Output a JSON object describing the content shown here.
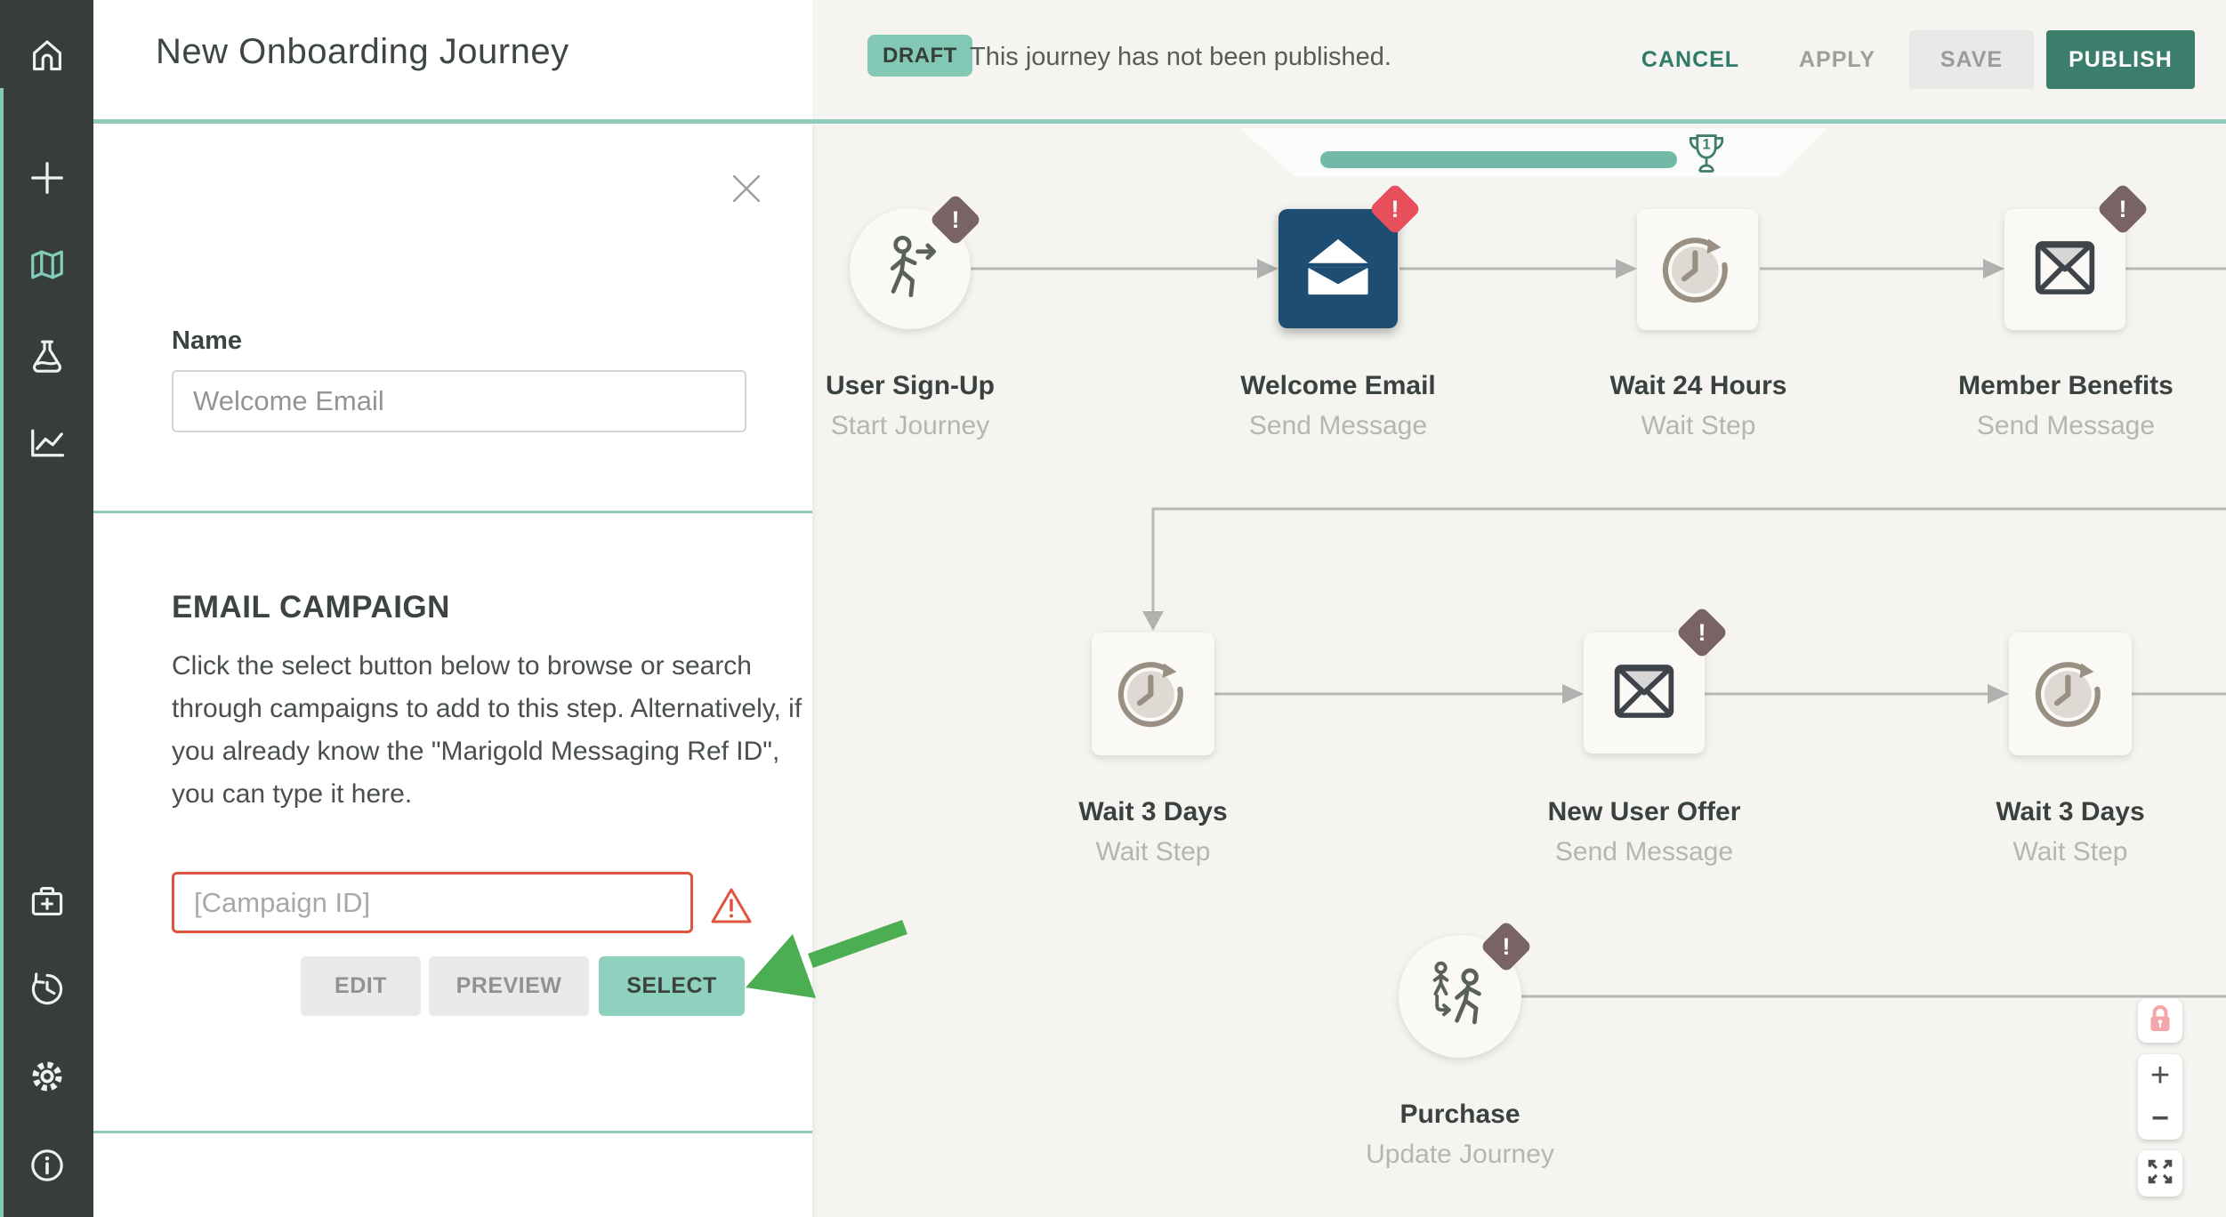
{
  "colors": {
    "accent_teal": "#7fcbb7",
    "dark_teal_button": "#3b7e6c",
    "draft_badge_bg": "#82c8b5",
    "select_button_bg": "#8ed1be",
    "sidebar_bg": "#373d3a",
    "canvas_bg": "#f5f4f1",
    "selected_node_blue": "#1d4d72",
    "error_red": "#e84f5c",
    "warning_brown": "#7a6364",
    "alert_border_red": "#e2533f",
    "annotation_arrow_green": "#4cae52",
    "connector_gray": "#b9b8b6"
  },
  "sidebar": {
    "items": [
      {
        "name": "home"
      },
      {
        "name": "add"
      },
      {
        "name": "journeys",
        "active": true
      },
      {
        "name": "experiments"
      },
      {
        "name": "analytics"
      },
      {
        "name": "cases"
      },
      {
        "name": "history"
      },
      {
        "name": "settings"
      },
      {
        "name": "info"
      }
    ]
  },
  "header": {
    "title": "New Onboarding Journey",
    "status_badge": "DRAFT",
    "status_message": "This journey has not been published.",
    "cancel_label": "CANCEL",
    "apply_label": "APPLY",
    "save_label": "SAVE",
    "publish_label": "PUBLISH"
  },
  "panel": {
    "name_label": "Name",
    "name_value": "Welcome Email",
    "campaign": {
      "title": "EMAIL CAMPAIGN",
      "description": "Click the select button below to browse or search through campaigns to add to this step. Alternatively, if you already know the \"Marigold Messaging Ref ID\", you can type it here.",
      "placeholder": "[Campaign ID]",
      "edit_label": "EDIT",
      "preview_label": "PREVIEW",
      "select_label": "SELECT"
    }
  },
  "canvas": {
    "trophy_count": "1",
    "nodes": [
      {
        "id": "user-sign-up",
        "title": "User Sign-Up",
        "subtitle": "Start Journey",
        "shape": "circle",
        "icon": "walk-arrow",
        "badge": "warning"
      },
      {
        "id": "welcome-email",
        "title": "Welcome Email",
        "subtitle": "Send Message",
        "shape": "square",
        "icon": "open-envelope",
        "badge": "error",
        "selected": true
      },
      {
        "id": "wait-24-hours",
        "title": "Wait 24 Hours",
        "subtitle": "Wait Step",
        "shape": "square",
        "icon": "wait-clock",
        "badge": null
      },
      {
        "id": "member-benefits",
        "title": "Member Benefits",
        "subtitle": "Send Message",
        "shape": "square",
        "icon": "closed-envelope",
        "badge": "warning"
      },
      {
        "id": "wait-3-days-1",
        "title": "Wait 3 Days",
        "subtitle": "Wait Step",
        "shape": "square",
        "icon": "wait-clock",
        "badge": null
      },
      {
        "id": "new-user-offer",
        "title": "New User Offer",
        "subtitle": "Send Message",
        "shape": "square",
        "icon": "closed-envelope",
        "badge": "warning"
      },
      {
        "id": "wait-3-days-2",
        "title": "Wait 3 Days",
        "subtitle": "Wait Step",
        "shape": "square",
        "icon": "wait-clock",
        "badge": null
      },
      {
        "id": "purchase",
        "title": "Purchase",
        "subtitle": "Update Journey",
        "shape": "circle",
        "icon": "update-journey",
        "badge": "warning"
      }
    ],
    "badge_glyph": "!"
  },
  "controls": {
    "zoom_in": "+",
    "zoom_out": "−"
  }
}
